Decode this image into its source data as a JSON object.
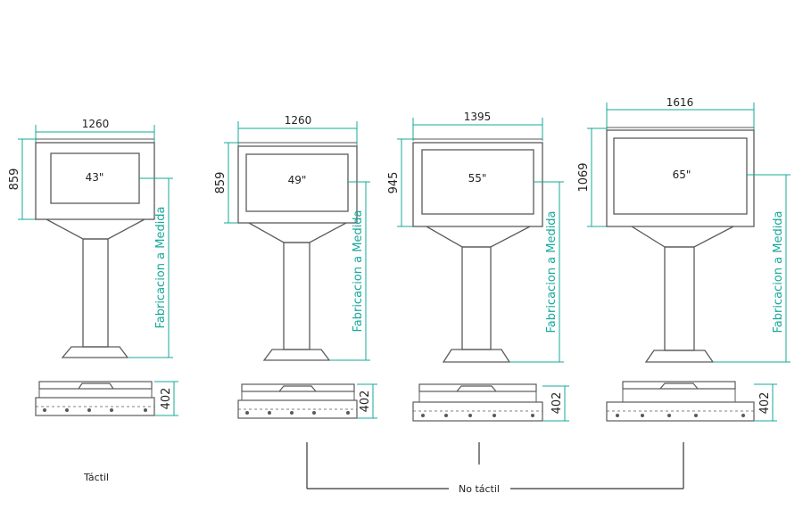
{
  "colors": {
    "outline": "#5a5a5a",
    "dimension": "#16a89a",
    "text": "#222222"
  },
  "kiosks": [
    {
      "model": "43\"",
      "width": "1260",
      "height": "859",
      "base_height": "402",
      "side_label": "Fabricacion a Medida"
    },
    {
      "model": "49\"",
      "width": "1260",
      "height": "859",
      "base_height": "402",
      "side_label": "Fabricacion a Medida"
    },
    {
      "model": "55\"",
      "width": "1395",
      "height": "945",
      "base_height": "402",
      "side_label": "Fabricacion a Medida"
    },
    {
      "model": "65\"",
      "width": "1616",
      "height": "1069",
      "base_height": "402",
      "side_label": "Fabricacion a Medida"
    }
  ],
  "labels": {
    "tactil": "Táctil",
    "no_tactil": "No táctil"
  }
}
